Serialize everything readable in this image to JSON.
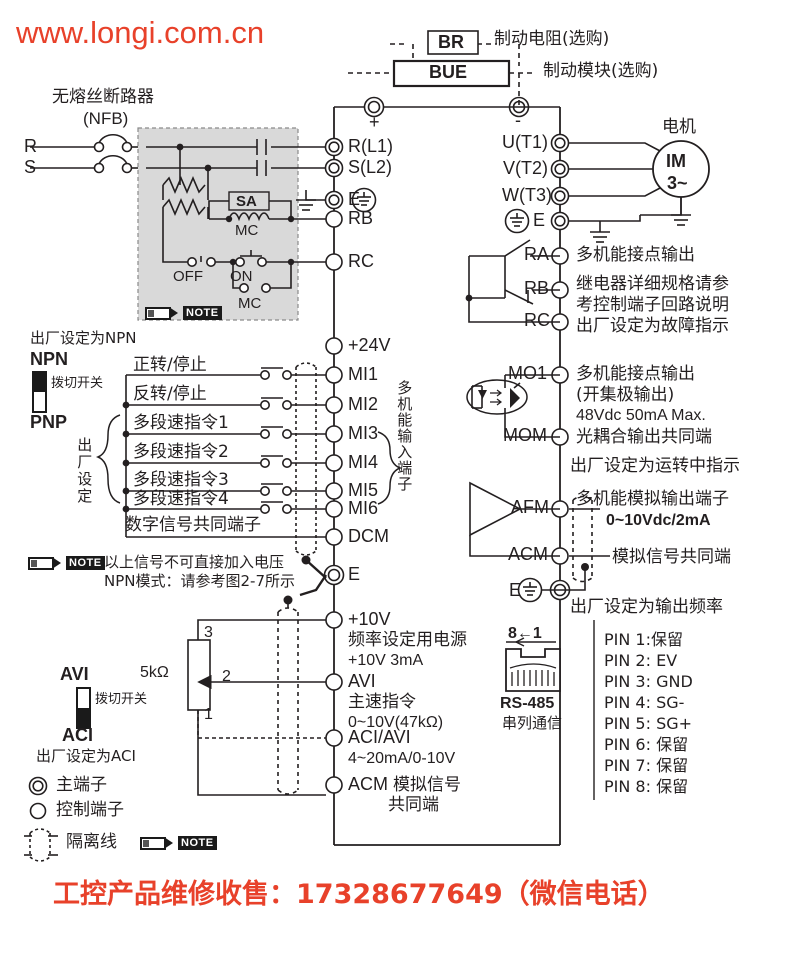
{
  "header": {
    "url": "www.longi.com.cn"
  },
  "footer": {
    "text": "工控产品维修收售：17328677649（微信电话）"
  },
  "braking": {
    "br_label": "BR",
    "br_desc": "制动电阻(选购)",
    "bue_label": "BUE",
    "bue_desc": "制动模块(选购)",
    "plus": "+",
    "minus": "-"
  },
  "nfb": {
    "title_line1": "无熔丝断路器",
    "title_line2": "(NFB)",
    "phase_r": "R",
    "phase_s": "S",
    "sa": "SA",
    "mc1": "MC",
    "mc2": "MC",
    "off": "OFF",
    "on": "ON",
    "note_tag": "NOTE"
  },
  "motor": {
    "title": "电机",
    "im": "IM",
    "phases": "3~"
  },
  "main_terminals": [
    {
      "name": "R(L1)",
      "type": "main"
    },
    {
      "name": "S(L2)",
      "type": "main"
    },
    {
      "name": "E",
      "type": "main",
      "ground": true
    },
    {
      "name": "RB",
      "type": "control"
    },
    {
      "name": "RC",
      "type": "control"
    }
  ],
  "output_terminals": [
    {
      "name": "U(T1)",
      "type": "main"
    },
    {
      "name": "V(T2)",
      "type": "main"
    },
    {
      "name": "W(T3)",
      "type": "main"
    },
    {
      "name": "E",
      "type": "main",
      "ground": true
    }
  ],
  "npn_switch": {
    "caption": "出厂设定为NPN",
    "top": "NPN",
    "bottom": "PNP",
    "switch_label": "拨切开关",
    "factory_vert": "出厂设定"
  },
  "digital_inputs": {
    "signals": [
      "正转/停止",
      "反转/停止",
      "多段速指令1",
      "多段速指令2",
      "多段速指令3",
      "多段速指令4",
      "数字信号共同端子"
    ],
    "terminals": [
      "+24V",
      "MI1",
      "MI2",
      "MI3",
      "MI4",
      "MI5",
      "MI6",
      "DCM"
    ],
    "group_label": "多机能输入端子",
    "ground_terminal": "E"
  },
  "note_npn": {
    "tag": "NOTE",
    "line1": "以上信号不可直接加入电压",
    "line2": "NPN模式：请参考图2-7所示"
  },
  "relay_outputs": [
    {
      "name": "RA",
      "desc": [
        "多机能接点输出"
      ]
    },
    {
      "name": "RB",
      "desc": [
        "继电器详细规格请参",
        "考控制端子回路说明"
      ]
    },
    {
      "name": "RC",
      "desc": [
        "出厂设定为故障指示"
      ]
    }
  ],
  "mo_outputs": {
    "mo1": "MO1",
    "mo1_desc": [
      "多机能接点输出",
      "(开集极输出)",
      "48Vdc 50mA Max."
    ],
    "mom": "MOM",
    "mom_desc": [
      "光耦合输出共同端",
      "出厂设定为运转中指示"
    ]
  },
  "analog_outputs": {
    "afm": "AFM",
    "afm_desc": [
      "多机能模拟输出端子",
      "0~10Vdc/2mA"
    ],
    "acm": "ACM",
    "acm_desc": [
      "模拟信号共同端"
    ],
    "e": "E",
    "e_desc": "出厂设定为输出频率"
  },
  "analog_inputs": {
    "pot_value": "5kΩ",
    "pot_pins": [
      "3",
      "2",
      "1"
    ],
    "avi_switch": {
      "top": "AVI",
      "bottom": "ACI",
      "label": "拨切开关",
      "caption": "出厂设定为ACI"
    },
    "terminals": [
      {
        "name": "+10V",
        "desc": [
          "频率设定用电源",
          "+10V 3mA"
        ]
      },
      {
        "name": "AVI",
        "desc": [
          "主速指令",
          "0~10V(47kΩ)"
        ]
      },
      {
        "name": "ACI/AVI",
        "desc": [
          "4~20mA/0-10V"
        ]
      },
      {
        "name": "ACM",
        "desc": [
          "模拟信号",
          "共同端"
        ]
      }
    ]
  },
  "rs485": {
    "pin_order": "8←1",
    "name": "RS-485",
    "sub": "串列通信",
    "pins": [
      "PIN 1:保留",
      "PIN 2: EV",
      "PIN 3: GND",
      "PIN 4: SG-",
      "PIN 5: SG+",
      "PIN 6: 保留",
      "PIN 7: 保留",
      "PIN 8: 保留"
    ]
  },
  "legend": {
    "main_terminal": "主端子",
    "control_terminal": "控制端子",
    "shield_line": "隔离线",
    "note_tag": "NOTE"
  },
  "colors": {
    "accent_red": "#e8412a",
    "line": "#231f20",
    "shade": "#d9d9d9"
  }
}
